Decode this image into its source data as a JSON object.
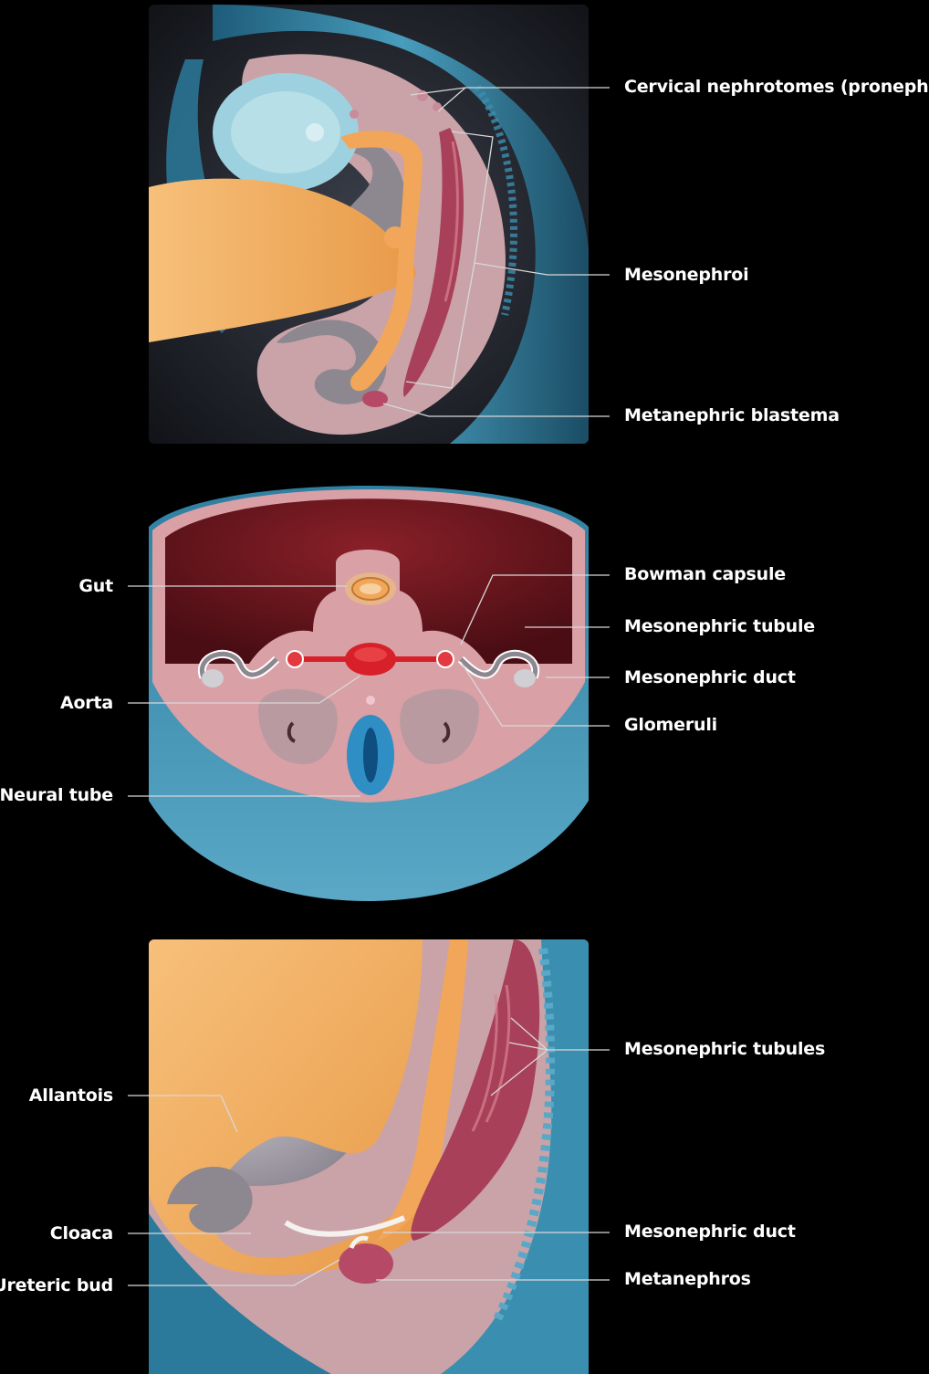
{
  "panels": {
    "top": {
      "labels": {
        "cervical": "Cervical nephrotomes (pronephroi)",
        "mesonephroi": "Mesonephroi",
        "blastema": "Metanephric blastema"
      }
    },
    "middle": {
      "labels": {
        "gut": "Gut",
        "aorta": "Aorta",
        "neural_tube": "Neural tube",
        "bowman": "Bowman capsule",
        "tubule": "Mesonephric tubule",
        "duct": "Mesonephric duct",
        "glomeruli": "Glomeruli"
      }
    },
    "bottom": {
      "labels": {
        "tubules": "Mesonephric tubules",
        "allantois": "Allantois",
        "cloaca": "Cloaca",
        "ureteric_bud": "Ureteric bud",
        "duct": "Mesonephric duct",
        "metanephros": "Metanephros"
      }
    }
  },
  "colors": {
    "background": "#000000",
    "ectoderm_blue": "#3a8fb0",
    "gut_orange": "#f2a65a",
    "mesoderm_pink": "#d9a0a6",
    "nephric_red": "#a8405a",
    "aorta_red": "#d8202a",
    "leader_line": "#d8d8d8"
  }
}
